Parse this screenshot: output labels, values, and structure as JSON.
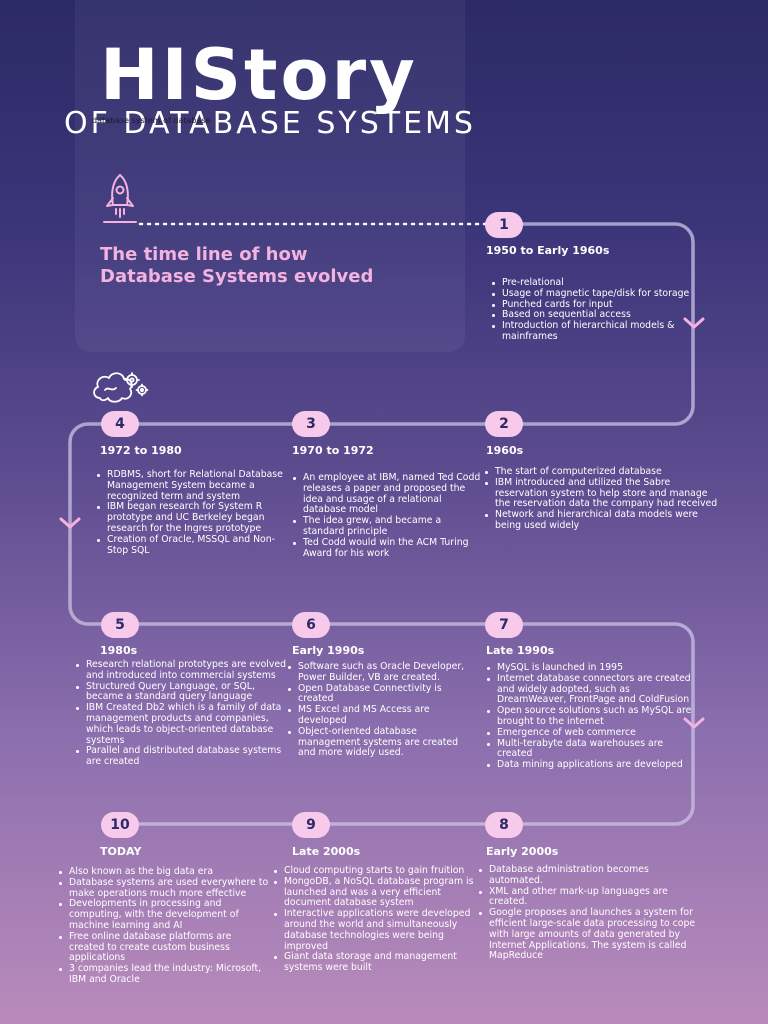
{
  "header": {
    "title": "HIStory",
    "subtitle": "OF DATABASE SYSTEMS",
    "overlay_text": "database system of database",
    "heading": "The time line of how Database Systems evolved"
  },
  "colors": {
    "badge": "#f7c9ea",
    "heading": "#f3b2e0",
    "line": "#c9c3e6"
  },
  "icons": [
    "rocket-icon",
    "brain-gears-icon",
    "chevron-down-icon"
  ],
  "steps": [
    {
      "number": "1",
      "era": "1950 to Early 1960s",
      "items": [
        "Pre-relational",
        "Usage of magnetic tape/disk for storage",
        "Punched cards for input",
        "Based on sequential access",
        "Introduction of hierarchical models & mainframes"
      ]
    },
    {
      "number": "2",
      "era": "1960s",
      "items": [
        "The start of computerized database",
        "IBM introduced and utilized the Sabre reservation system to help store and manage the reservation data the company had received",
        "Network and hierarchical data models were being used widely"
      ]
    },
    {
      "number": "3",
      "era": "1970 to 1972",
      "items": [
        "An employee at IBM, named Ted Codd releases a paper and proposed the idea and usage of a relational database model",
        "The idea grew, and became a standard principle",
        "Ted Codd would win the ACM Turing Award for his work"
      ]
    },
    {
      "number": "4",
      "era": "1972 to 1980",
      "items": [
        "RDBMS, short for Relational Database Management System became a recognized term and system",
        "IBM began research for System R prototype and UC Berkeley began research for the Ingres prototype",
        "Creation of Oracle, MSSQL and Non-Stop SQL"
      ]
    },
    {
      "number": "5",
      "era": "1980s",
      "items": [
        "Research relational prototypes are evolved and introduced into commercial systems",
        "Structured Query Language, or SQL, became a standard query language",
        "IBM Created Db2 which is a family of data management products and companies, which leads to object-oriented database systems",
        "Parallel and distributed database systems are created"
      ]
    },
    {
      "number": "6",
      "era": "Early 1990s",
      "items": [
        "Software such as Oracle Developer, Power Builder, VB are created.",
        "Open Database Connectivity is created",
        "MS Excel and MS Access are developed",
        "Object-oriented database management systems are created and more widely used."
      ]
    },
    {
      "number": "7",
      "era": "Late 1990s",
      "items": [
        "MySQL is launched in 1995",
        "Internet database connectors are created and widely adopted, such as DreamWeaver, FrontPage and ColdFusion",
        "Open source solutions such as MySQL are brought to the internet",
        "Emergence of web commerce",
        "Multi-terabyte data warehouses are created",
        "Data mining applications are developed"
      ]
    },
    {
      "number": "8",
      "era": "Early 2000s",
      "items": [
        "Database administration becomes automated.",
        "XML and other mark-up languages are created.",
        "Google proposes and launches a system for efficient large-scale data processing to cope with large amounts of data generated by Internet Applications. The system is called MapReduce"
      ]
    },
    {
      "number": "9",
      "era": "Late 2000s",
      "items": [
        "Cloud computing starts to gain fruition",
        "MongoDB, a NoSQL database program is launched and was a very efficient document database system",
        "Interactive applications were developed around the world and simultaneously database technologies were being improved",
        "Giant data storage and management systems were built"
      ]
    },
    {
      "number": "10",
      "era": "TODAY",
      "items": [
        "Also known as the big data era",
        "Database systems are used everywhere to make operations much more effective",
        "Developments in processing and computing, with the development of machine learning and AI",
        "Free online database platforms are created to create custom business applications",
        "3 companies lead the industry: Microsoft, IBM and Oracle"
      ]
    }
  ]
}
